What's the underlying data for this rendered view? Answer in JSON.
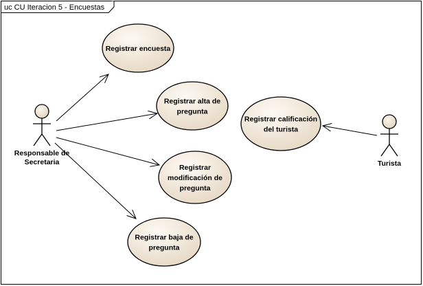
{
  "diagram": {
    "frame_title": "uc CU Iteracion 5 - Encuestas",
    "colors": {
      "usecase_fill_light": "#fbf6ee",
      "usecase_fill_dark": "#e8dccb",
      "stroke": "#000000",
      "background": "#ffffff"
    },
    "actors": [
      {
        "id": "responsable",
        "label_lines": [
          "Responsable de",
          "Secretaria"
        ]
      },
      {
        "id": "turista",
        "label_lines": [
          "Turista"
        ]
      }
    ],
    "usecases": [
      {
        "id": "uc1",
        "label_lines": [
          "Registrar encuesta"
        ]
      },
      {
        "id": "uc2",
        "label_lines": [
          "Registrar alta de",
          "pregunta"
        ]
      },
      {
        "id": "uc3",
        "label_lines": [
          "Registrar",
          "modificación de",
          "pregunta"
        ]
      },
      {
        "id": "uc4",
        "label_lines": [
          "Registrar baja de",
          "pregunta"
        ]
      },
      {
        "id": "uc5",
        "label_lines": [
          "Registrar calificación",
          "del turista"
        ]
      }
    ],
    "associations": [
      {
        "from": "responsable",
        "to": "uc1",
        "arrow": "open"
      },
      {
        "from": "responsable",
        "to": "uc2",
        "arrow": "open"
      },
      {
        "from": "responsable",
        "to": "uc3",
        "arrow": "open"
      },
      {
        "from": "responsable",
        "to": "uc4",
        "arrow": "open"
      },
      {
        "from": "turista",
        "to": "uc5",
        "arrow": "open"
      }
    ]
  }
}
